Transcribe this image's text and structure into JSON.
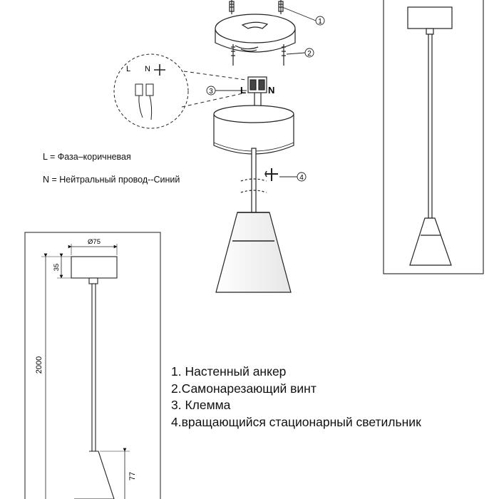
{
  "callouts": {
    "one": "1",
    "two": "2",
    "three": "3",
    "four": "4"
  },
  "terminal": {
    "l": "L",
    "n": "N"
  },
  "wire_legend": {
    "l": "L = Фаза–коричневая",
    "n": "N = Нейтральный провод--Синий"
  },
  "dimensions": {
    "diameter": "Ø75",
    "canopy_height": "35",
    "total_length": "2000",
    "shade_height": "77"
  },
  "parts": [
    {
      "num": "1.",
      "text": "Настенный анкер"
    },
    {
      "num": "2.",
      "text": "Самонарезающий винт"
    },
    {
      "num": "3.",
      "text": "Клемма"
    },
    {
      "num": "4.",
      "text": "вращающийся стационарный светильник"
    }
  ]
}
